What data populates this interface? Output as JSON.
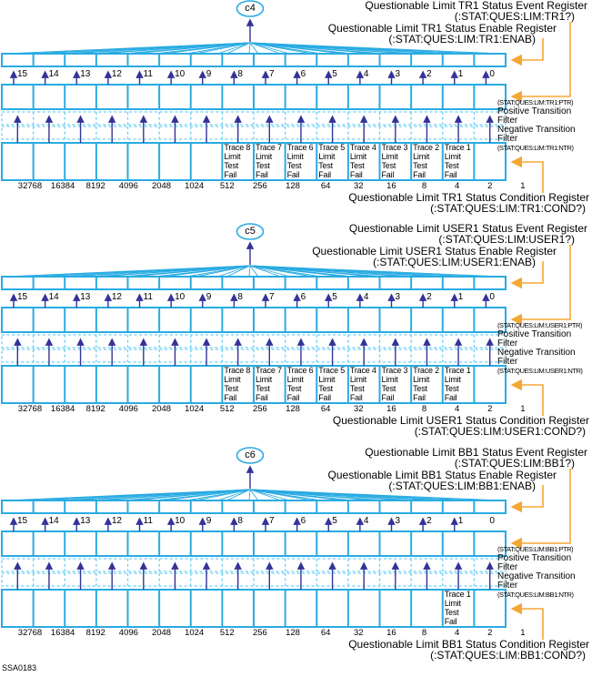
{
  "figure_id": "SSA0183",
  "colors": {
    "register_blue": "#29ABE2",
    "filter_dashed_blue": "#6DCFF6",
    "arrow_dark_blue": "#333399",
    "callout_orange": "#F5A733",
    "text_black": "#000000"
  },
  "bit_numbers": [
    "15",
    "14",
    "13",
    "12",
    "11",
    "10",
    "9",
    "8",
    "7",
    "6",
    "5",
    "4",
    "3",
    "2",
    "1",
    "0"
  ],
  "bit_weights": [
    "32768",
    "16384",
    "8192",
    "4096",
    "2048",
    "1024",
    "512",
    "256",
    "128",
    "64",
    "32",
    "16",
    "8",
    "4",
    "2",
    "1"
  ],
  "transition_filter_labels": {
    "positive": [
      "Positive Transition",
      "Filter"
    ],
    "negative": [
      "Negative Transition",
      "Filter"
    ]
  },
  "blocks": [
    {
      "node": "c4",
      "event_register_label": {
        "line1": "Questionable Limit TR1 Status Event Register",
        "line2": "(:STAT:QUES:LIM:TR1?)"
      },
      "enable_register_label": {
        "line1": "Questionable Limit TR1 Status Enable Register",
        "line2": "(:STAT:QUES:LIM:TR1:ENAB)"
      },
      "ptr_label": "(STAT:QUES:LIM:TR1:PTR)",
      "ntr_label": "(STAT:QUES:LIM:TR1:NTR)",
      "condition_register_label": {
        "line1": "Questionable Limit TR1 Status Condition Register",
        "line2": "(:STAT:QUES:LIM:TR1:COND?)"
      },
      "bit0_has_arrow": true,
      "trace_cells": [
        {
          "bit": 8,
          "lines": [
            "Trace 8",
            "Limit",
            "Test",
            "Fail"
          ]
        },
        {
          "bit": 7,
          "lines": [
            "Trace 7",
            "Limit",
            "Test",
            "Fail"
          ]
        },
        {
          "bit": 6,
          "lines": [
            "Trace 6",
            "Limit",
            "Test",
            "Fail"
          ]
        },
        {
          "bit": 5,
          "lines": [
            "Trace 5",
            "Limit",
            "Test",
            "Fail"
          ]
        },
        {
          "bit": 4,
          "lines": [
            "Trace 4",
            "Limit",
            "Test",
            "Fail"
          ]
        },
        {
          "bit": 3,
          "lines": [
            "Trace 3",
            "Limit",
            "Test",
            "Fail"
          ]
        },
        {
          "bit": 2,
          "lines": [
            "Trace 2",
            "Limit",
            "Test",
            "Fail"
          ]
        },
        {
          "bit": 1,
          "lines": [
            "Trace 1",
            "Limit",
            "Test",
            "Fail"
          ]
        }
      ]
    },
    {
      "node": "c5",
      "event_register_label": {
        "line1": "Questionable Limit USER1 Status Event Register",
        "line2": "(:STAT:QUES:LIM:USER1?)"
      },
      "enable_register_label": {
        "line1": "Questionable Limit USER1 Status Enable Register",
        "line2": "(:STAT:QUES:LIM:USER1:ENAB)"
      },
      "ptr_label": "(STAT:QUES:LIM:USER1:PTR)",
      "ntr_label": "(STAT:QUES:LIM:USER1:NTR)",
      "condition_register_label": {
        "line1": "Questionable Limit USER1 Status Condition Register",
        "line2": "(:STAT:QUES:LIM:USER1:COND?)"
      },
      "bit0_has_arrow": true,
      "trace_cells": [
        {
          "bit": 8,
          "lines": [
            "Trace 8",
            "Limit",
            "Test",
            "Fail"
          ]
        },
        {
          "bit": 7,
          "lines": [
            "Trace 7",
            "Limit",
            "Test",
            "Fail"
          ]
        },
        {
          "bit": 6,
          "lines": [
            "Trace 6",
            "Limit",
            "Test",
            "Fail"
          ]
        },
        {
          "bit": 5,
          "lines": [
            "Trace 5",
            "Limit",
            "Test",
            "Fail"
          ]
        },
        {
          "bit": 4,
          "lines": [
            "Trace 4",
            "Limit",
            "Test",
            "Fail"
          ]
        },
        {
          "bit": 3,
          "lines": [
            "Trace 3",
            "Limit",
            "Test",
            "Fail"
          ]
        },
        {
          "bit": 2,
          "lines": [
            "Trace 2",
            "Limit",
            "Test",
            "Fail"
          ]
        },
        {
          "bit": 1,
          "lines": [
            "Trace 1",
            "Limit",
            "Test",
            "Fail"
          ]
        }
      ]
    },
    {
      "node": "c6",
      "event_register_label": {
        "line1": "Questionable Limit BB1 Status Event Register",
        "line2": "(:STAT:QUES:LIM:BB1?)"
      },
      "enable_register_label": {
        "line1": "Questionable Limit BB1 Status Enable Register",
        "line2": "(:STAT:QUES:LIM:BB1:ENAB)"
      },
      "ptr_label": "(STAT:QUES:LIM:BB1:PTR)",
      "ntr_label": "(STAT:QUES:LIM:BB1:NTR)",
      "condition_register_label": {
        "line1": "Questionable Limit BB1 Status Condition Register",
        "line2": "(:STAT:QUES:LIM:BB1:COND?)"
      },
      "bit0_has_arrow": false,
      "trace_cells": [
        {
          "bit": 1,
          "lines": [
            "Trace 1",
            "Limit",
            "Test",
            "Fail"
          ]
        }
      ]
    }
  ]
}
